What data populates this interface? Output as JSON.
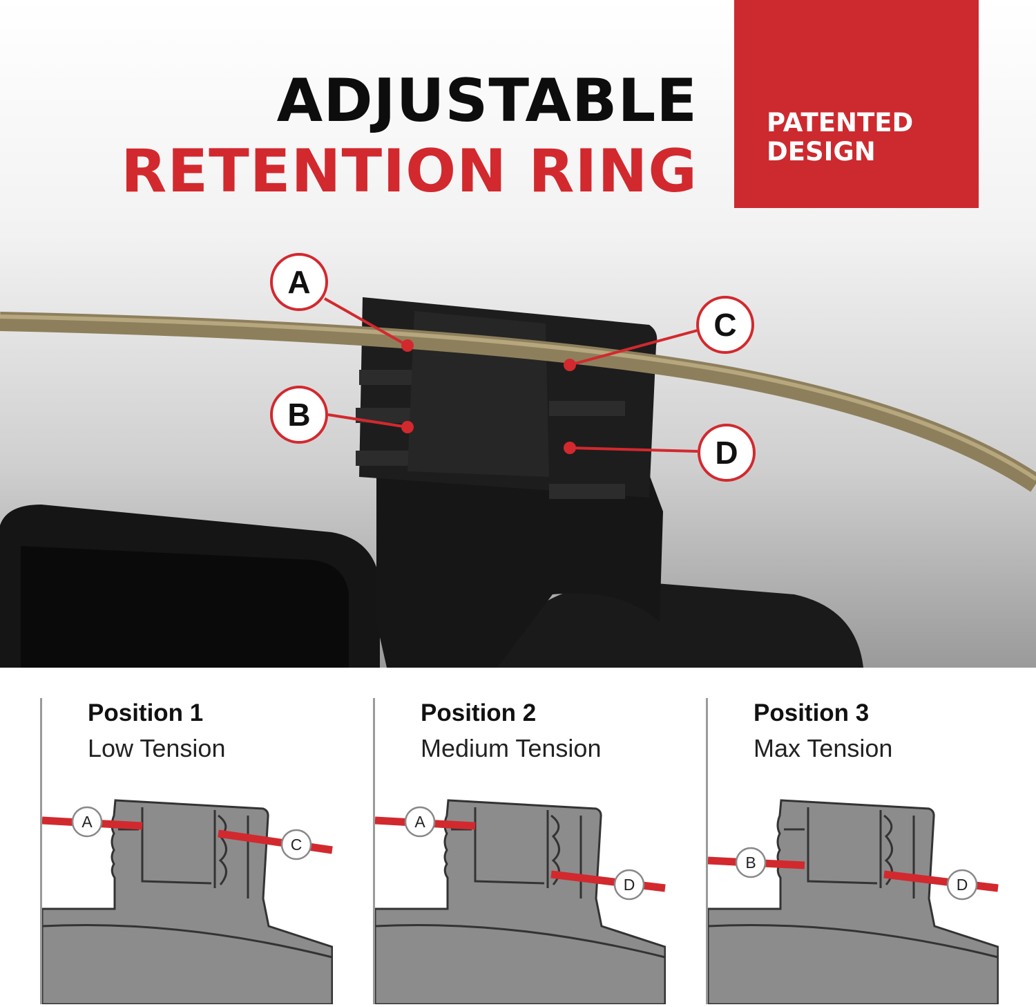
{
  "title": {
    "line1": "ADJUSTABLE",
    "line2": "RETENTION RING"
  },
  "badge": {
    "text": "PATENTED DESIGN"
  },
  "callouts": [
    "A",
    "B",
    "C",
    "D"
  ],
  "positions": [
    {
      "heading": "Position 1",
      "tension": "Low Tension",
      "slots": [
        "A",
        "C"
      ]
    },
    {
      "heading": "Position 2",
      "tension": "Medium Tension",
      "slots": [
        "A",
        "D"
      ]
    },
    {
      "heading": "Position 3",
      "tension": "Max Tension",
      "slots": [
        "B",
        "D"
      ]
    }
  ],
  "colors": {
    "accent": "#d2292e",
    "dark": "#0d0d0d",
    "diagram_gray": "#8c8c8c"
  }
}
